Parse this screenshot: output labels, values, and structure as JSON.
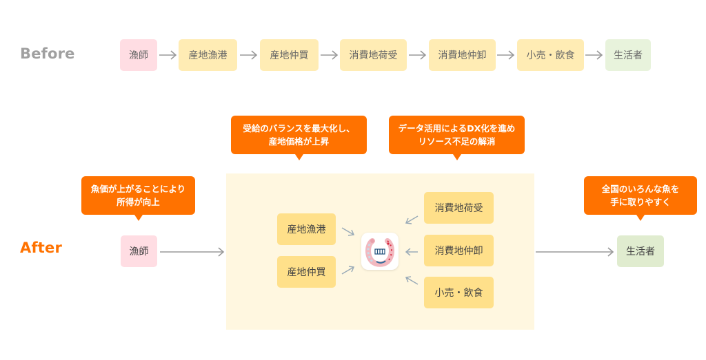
{
  "colors": {
    "accent": "#ff7200",
    "fisher_bg": "#ffdde3",
    "middle_bg": "#ffecb4",
    "middle_bg_after": "#ffe08a",
    "consumer_bg": "#e8f3dc",
    "panel_bg": "#fff7e0",
    "before_label": "#a0a0a0",
    "arrow": "#999999",
    "small_arrow": "#9aabb8"
  },
  "before": {
    "label": "Before",
    "nodes": [
      {
        "label": "漁師",
        "kind": "fisher"
      },
      {
        "label": "産地漁港",
        "kind": "middle"
      },
      {
        "label": "産地仲買",
        "kind": "middle"
      },
      {
        "label": "消費地荷受",
        "kind": "middle"
      },
      {
        "label": "消費地仲卸",
        "kind": "middle"
      },
      {
        "label": "小売・飲食",
        "kind": "middle"
      },
      {
        "label": "生活者",
        "kind": "consumer"
      }
    ]
  },
  "after": {
    "label": "After",
    "fisher": {
      "label": "漁師"
    },
    "consumer": {
      "label": "生活者"
    },
    "left_nodes": [
      {
        "label": "産地漁港"
      },
      {
        "label": "産地仲買"
      }
    ],
    "right_nodes": [
      {
        "label": "消費地荷受"
      },
      {
        "label": "消費地仲卸"
      },
      {
        "label": "小売・飲食"
      }
    ],
    "hub_logo": {
      "icon": "fish-circle-app-icon"
    },
    "callouts": {
      "fisher": {
        "line1": "魚価が上がることにより",
        "line2": "所得が向上"
      },
      "origin": {
        "line1": "受給のバランスを最大化し、",
        "line2": "産地価格が上昇"
      },
      "consumption": {
        "line1": "データ活用によるDX化を進め",
        "line2": "リソース不足の解消"
      },
      "consumer": {
        "line1": "全国のいろんな魚を",
        "line2": "手に取りやすく"
      }
    }
  }
}
